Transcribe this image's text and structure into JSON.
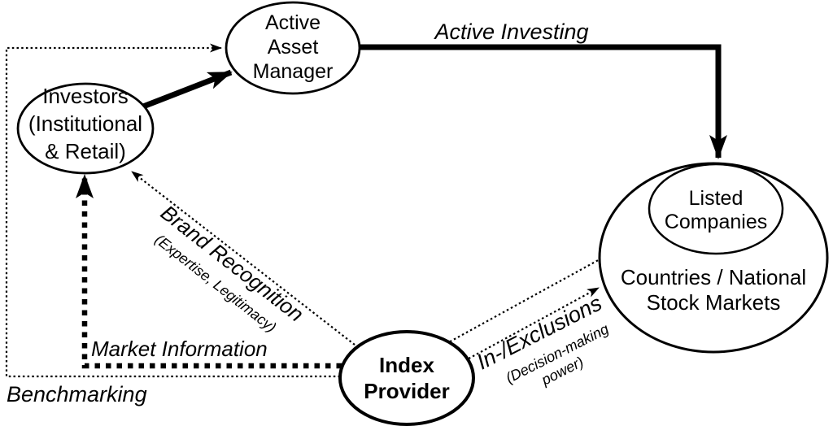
{
  "colors": {
    "ink": "#000000",
    "background": "#ffffff"
  },
  "nodes": {
    "active_asset_manager": {
      "lines": [
        "Active",
        "Asset",
        "Manager"
      ]
    },
    "investors": {
      "lines": [
        "Investors",
        "(Institutional",
        "& Retail)"
      ]
    },
    "index_provider": {
      "lines": [
        "Index",
        "Provider"
      ]
    },
    "listed_companies": {
      "lines": [
        "Listed",
        "Companies"
      ]
    },
    "countries": {
      "lines": [
        "Countries / National",
        "Stock Markets"
      ]
    }
  },
  "edges": {
    "active_investing": {
      "label": "Active Investing",
      "style": "solid-thick-arrow"
    },
    "investors_to_manager": {
      "style": "solid-thick-arrow"
    },
    "benchmarking": {
      "label": "Benchmarking",
      "style": "dotted-arrow"
    },
    "market_information": {
      "label": "Market Information",
      "style": "dashed-thick-arrow"
    },
    "brand_recognition": {
      "label": "Brand Recognition",
      "sublabel": "(Expertise, Legitimacy)",
      "style": "dotted-arrow"
    },
    "in_exclusions": {
      "label": "In-/Exclusions",
      "sublabel1": "(Decision-making",
      "sublabel2": "power)",
      "style": "dotted-arrow"
    }
  }
}
